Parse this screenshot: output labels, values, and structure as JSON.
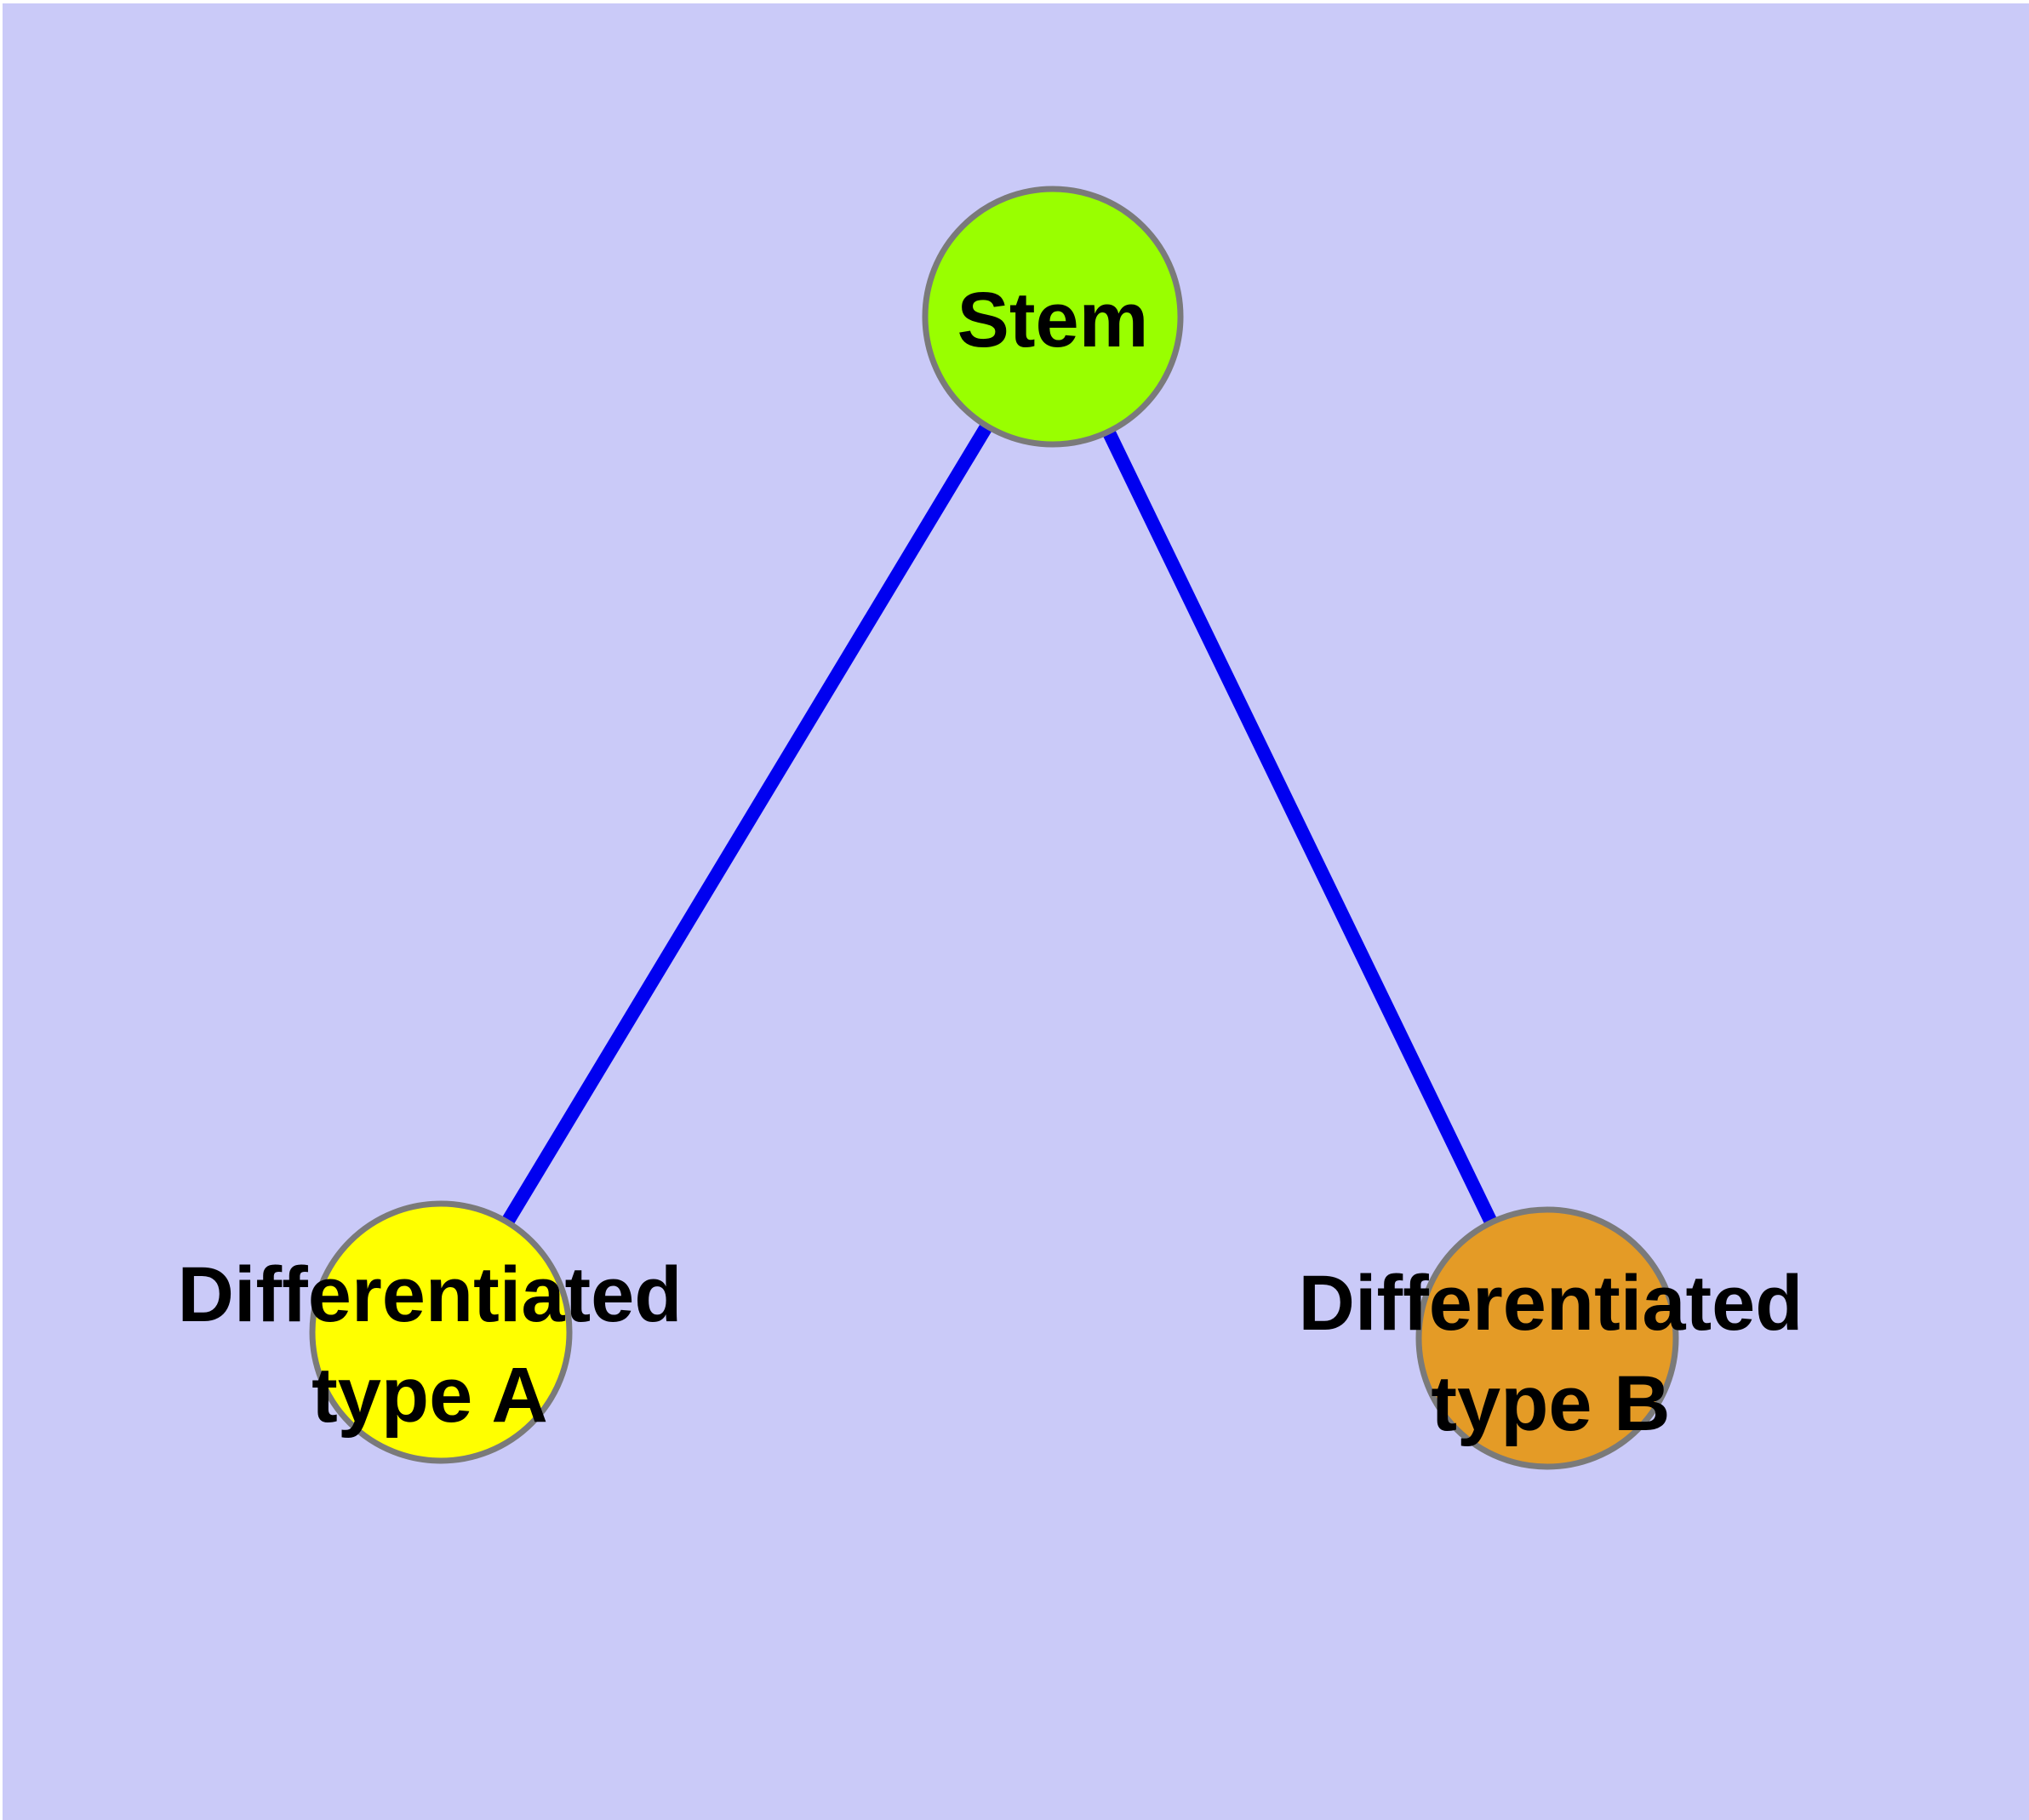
{
  "colors": {
    "page_margin": "#FFFFFF",
    "canvas_background": "#CACAF8",
    "edge": "#0000F0",
    "node_border": "#7A7A7A",
    "label_text": "#000000"
  },
  "nodes": {
    "stem": {
      "label": "Stem",
      "fill": "#99FF00"
    },
    "type_a": {
      "line1": "Differentiated",
      "line2": "type A",
      "fill": "#FFFF00"
    },
    "type_b": {
      "line1": "Differentiated",
      "line2": "type B",
      "fill": "#E49B26"
    }
  },
  "edges": [
    {
      "from": "Stem",
      "to": "Differentiated type A",
      "color": "#0000F0"
    },
    {
      "from": "Stem",
      "to": "Differentiated type B",
      "color": "#0000F0"
    }
  ]
}
